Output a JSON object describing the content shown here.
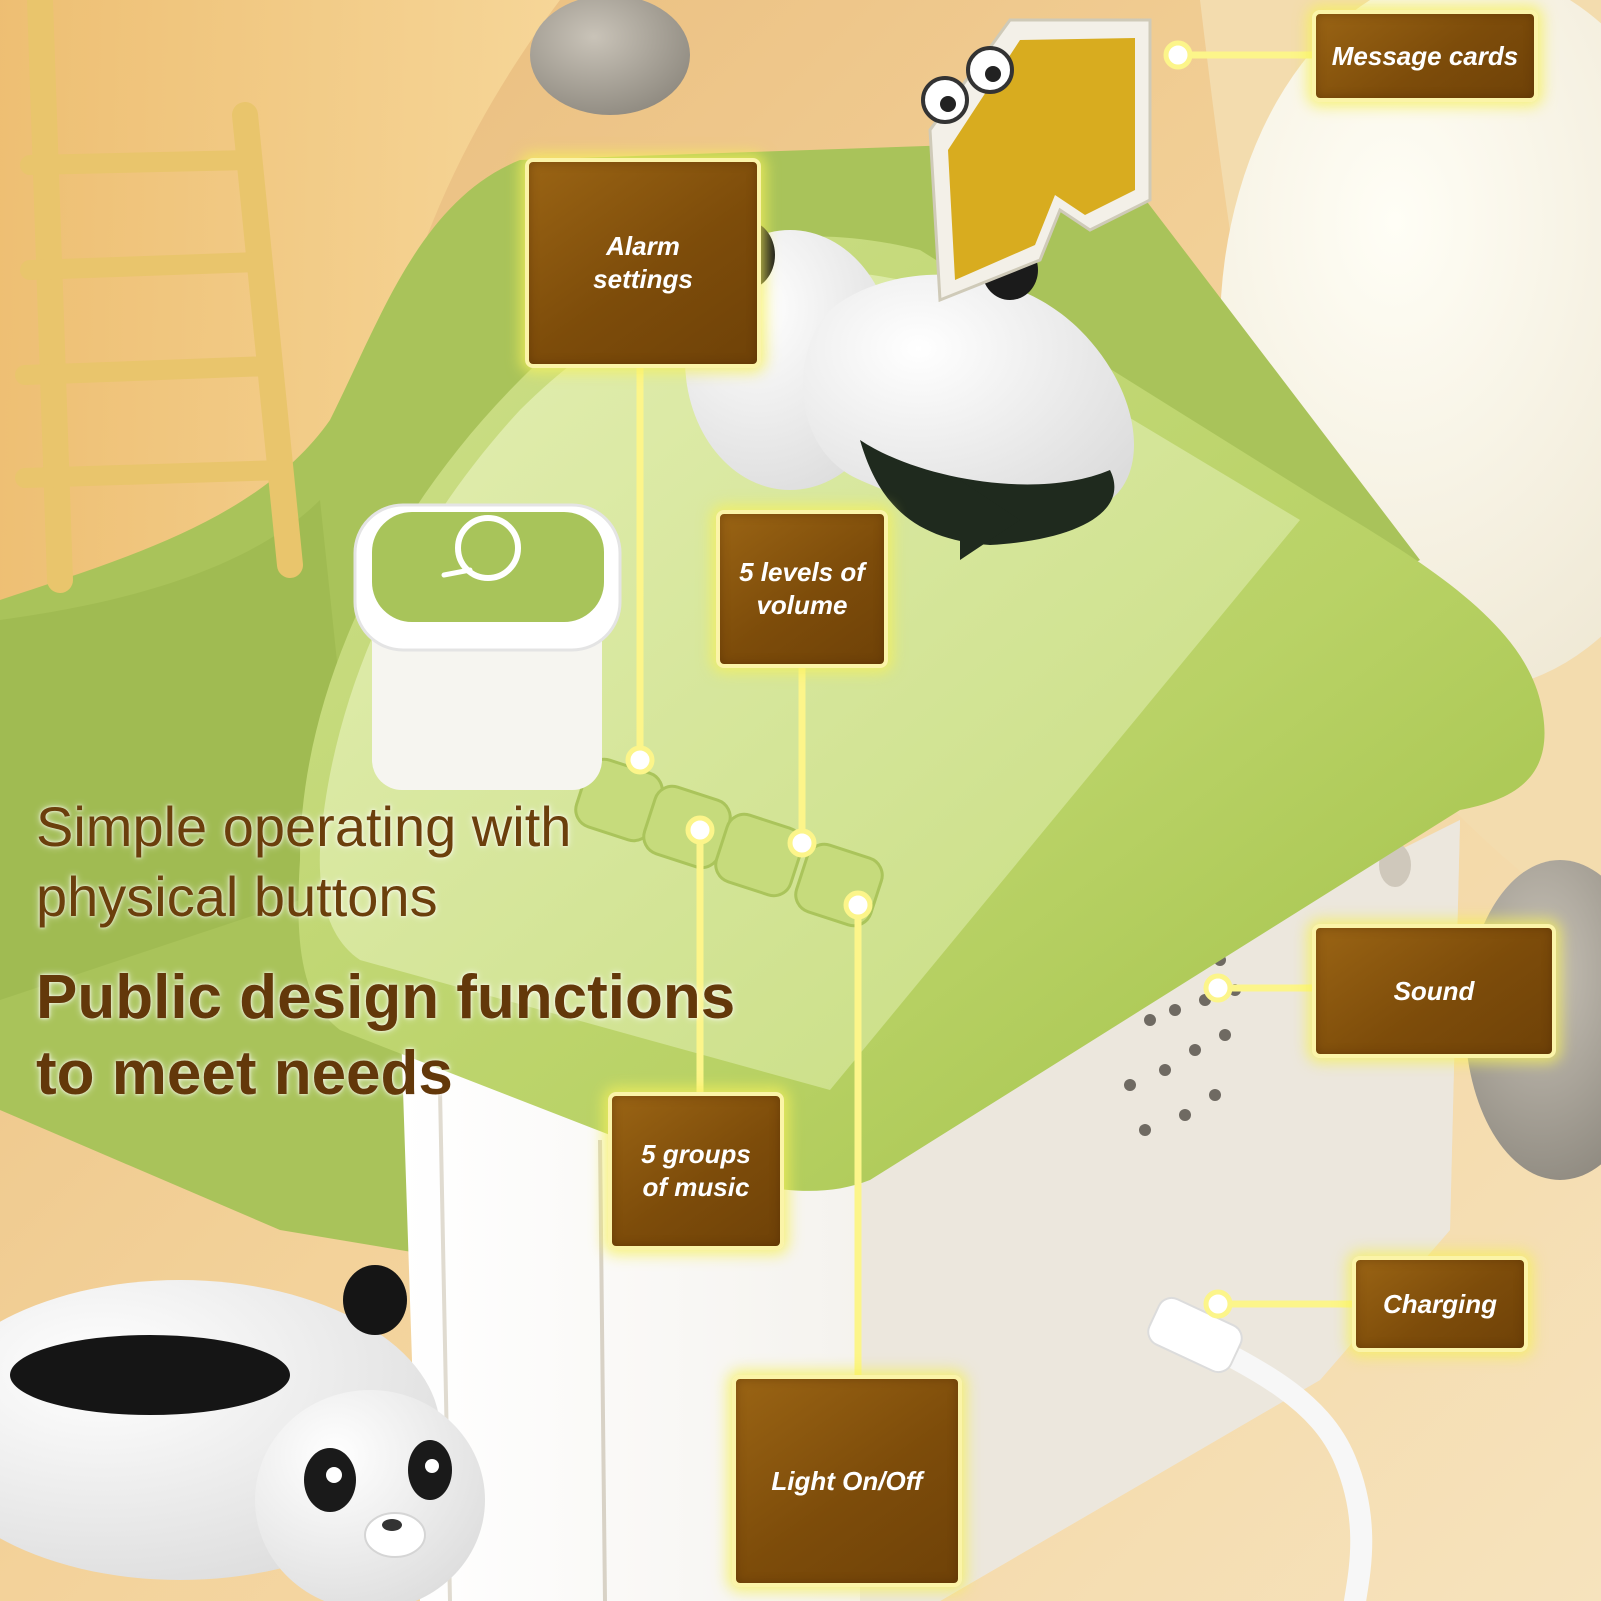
{
  "headline": {
    "light": "Simple operating with\nphysical buttons",
    "bold": "Public design functions\nto meet needs"
  },
  "callouts": {
    "message_cards": "Message cards",
    "alarm_settings": "Alarm\nsettings",
    "volume": "5 levels of\nvolume",
    "music": "5 groups\nof music",
    "sound": "Sound",
    "charging": "Charging",
    "light": "Light On/Off"
  },
  "colors": {
    "callout_fill": "#7d4c0a",
    "callout_border": "#fbf4a8",
    "glow": "#f6f05a",
    "headline_text": "#6b3f0c",
    "roof_green": "#b8d46a",
    "body_white": "#f4f1ea"
  }
}
